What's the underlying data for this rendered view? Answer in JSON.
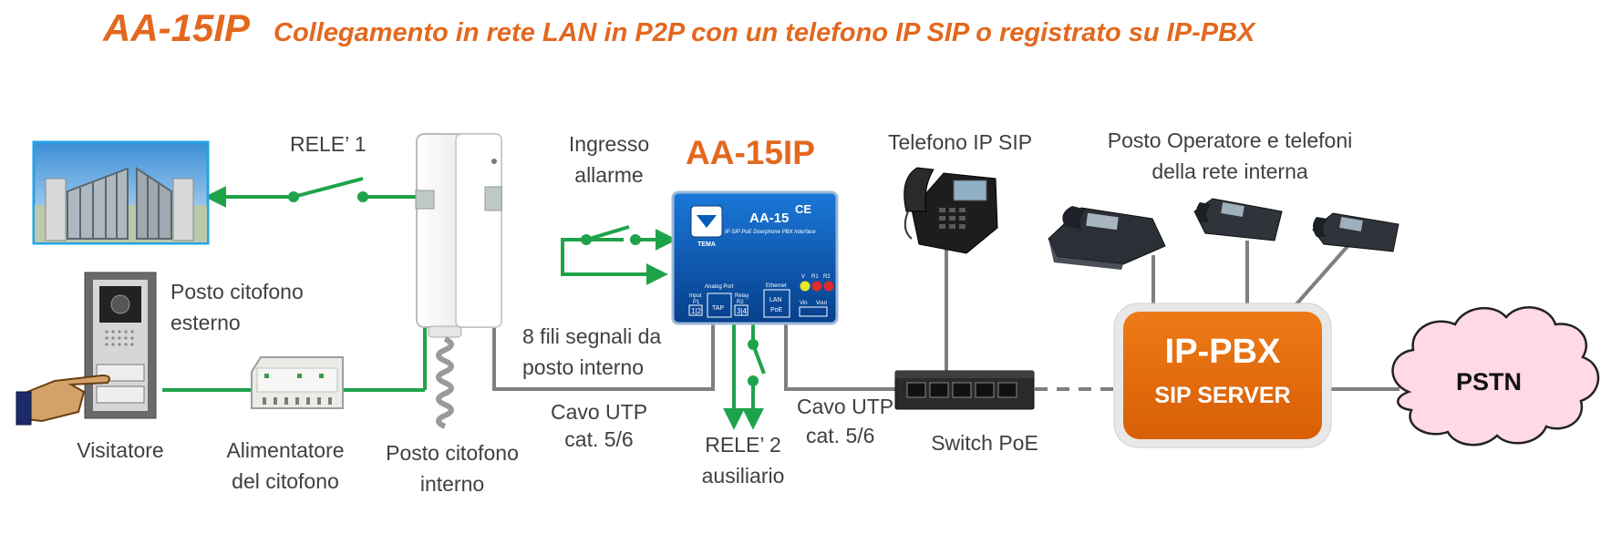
{
  "title": {
    "product": "AA-15IP",
    "subtitle": "Collegamento in rete LAN in P2P con un telefono IP SIP o registrato su IP-PBX"
  },
  "device": {
    "heading": "AA-15IP",
    "model": "AA-15",
    "ce_mark": "CE",
    "tagline": "IP SIP PoE Doorphone PBX Interface",
    "brand": "TEMA",
    "ports": {
      "analog": "Analog Port",
      "input": "Input",
      "relay": "Relay",
      "ethernet": "Ethernet",
      "p1": "P1",
      "r2": "R2",
      "n12": "1|2",
      "n34": "3|4",
      "tap": "TAP",
      "lan": "LAN",
      "poe": "PoE",
      "vin": "Vin",
      "vout": "Vout",
      "leds": [
        "V",
        "R1",
        "R2"
      ]
    }
  },
  "labels": {
    "rele1": "RELE’ 1",
    "ingresso_1": "Ingresso",
    "ingresso_2": "allarme",
    "posto_esterno_1": "Posto citofono",
    "posto_esterno_2": "esterno",
    "visitatore": "Visitatore",
    "alimentatore_1": "Alimentatore",
    "alimentatore_2": "del citofono",
    "posto_interno_1": "Posto citofono",
    "posto_interno_2": "interno",
    "fili_1": "8 fili segnali da",
    "fili_2": "posto interno",
    "cavo1_1": "Cavo UTP",
    "cavo1_2": "cat. 5/6",
    "rele2_1": "RELE’ 2",
    "rele2_2": "ausiliario",
    "cavo2_1": "Cavo UTP",
    "cavo2_2": "cat. 5/6",
    "switch": "Switch PoE",
    "telefono": "Telefono IP SIP",
    "operatore_1": "Posto Operatore e telefoni",
    "operatore_2": "della rete interna",
    "pbx_1": "IP-PBX",
    "pbx_2": "SIP SERVER",
    "pstn": "PSTN"
  },
  "colors": {
    "title": "#e3681e",
    "green": "#1fa34a",
    "gray_line": "#7f7f7f",
    "pbx": "#e46c0a",
    "device_blue": "#0a5ab8",
    "cloud": "#ffd9e3",
    "gate_sky": "#6fb3e6"
  }
}
